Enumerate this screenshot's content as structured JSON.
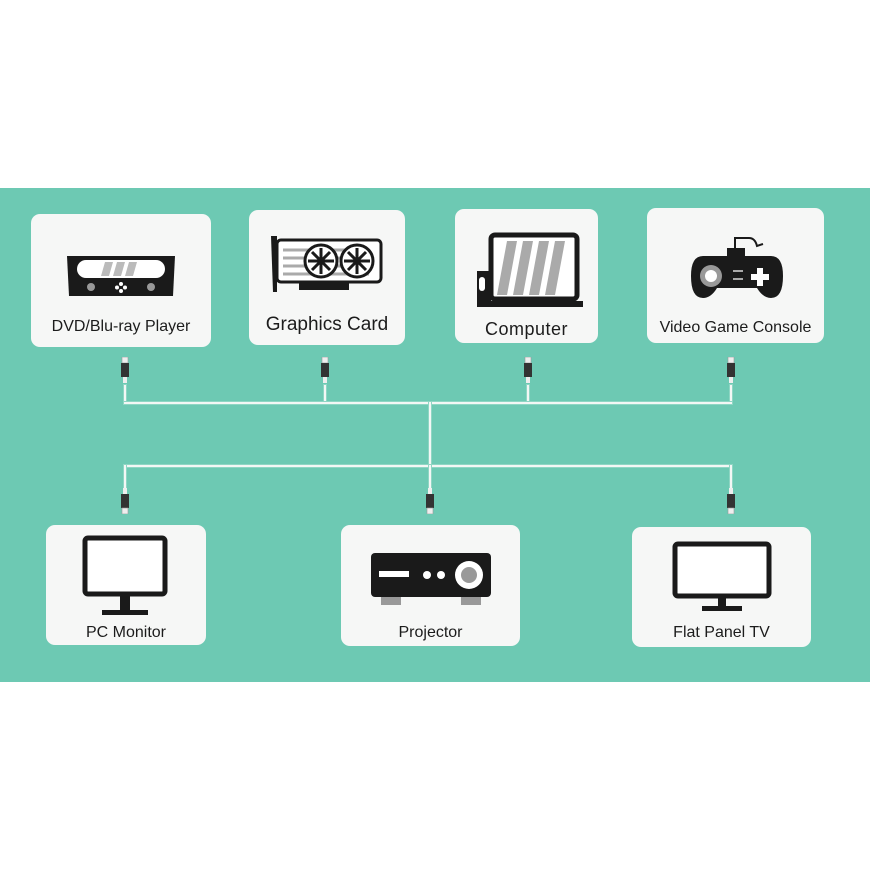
{
  "sources": [
    {
      "label": "DVD/Blu-ray Player",
      "icon": "disc-player-icon"
    },
    {
      "label": "Graphics Card",
      "icon": "graphics-card-icon"
    },
    {
      "label": "Computer",
      "icon": "laptop-icon"
    },
    {
      "label": "Video Game Console",
      "icon": "gamepad-icon"
    }
  ],
  "displays": [
    {
      "label": "PC Monitor",
      "icon": "monitor-icon"
    },
    {
      "label": "Projector",
      "icon": "projector-icon"
    },
    {
      "label": "Flat Panel TV",
      "icon": "tv-icon"
    }
  ],
  "colors": {
    "background": "#6dc9b3",
    "card": "#f6f7f6",
    "icon": "#1a1a1a"
  }
}
